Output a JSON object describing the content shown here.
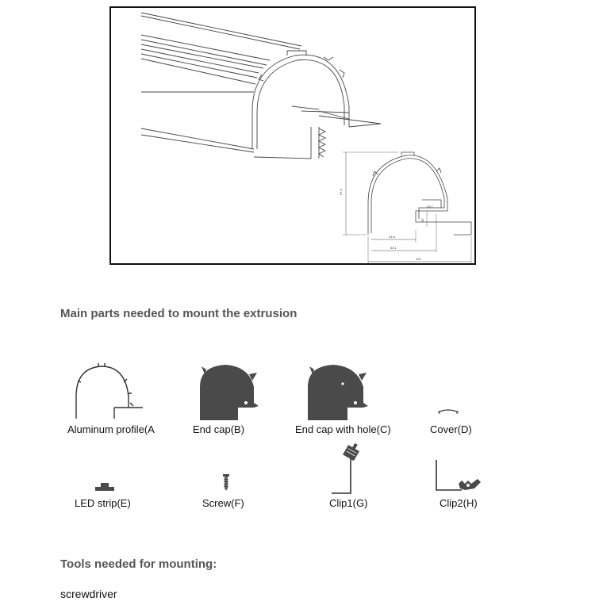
{
  "figure": {
    "dimensions": {
      "height": "67.4",
      "pocket_width": "28.7",
      "pocket_depth": "25",
      "inner_width": "41.6",
      "body_width": "53.1",
      "overall_width": "101"
    }
  },
  "parts_heading": "Main parts needed to mount the extrusion",
  "parts": [
    {
      "id": "A",
      "label": "Aluminum profile(A"
    },
    {
      "id": "B",
      "label": "End cap(B)"
    },
    {
      "id": "C",
      "label": "End cap with hole(C)"
    },
    {
      "id": "D",
      "label": "Cover(D)"
    },
    {
      "id": "E",
      "label": "LED strip(E)"
    },
    {
      "id": "F",
      "label": "Screw(F)"
    },
    {
      "id": "G",
      "label": "Clip1(G)"
    },
    {
      "id": "H",
      "label": "Clip2(H)"
    }
  ],
  "tools_heading": "Tools needed for mounting:",
  "tools": [
    "screwdriver"
  ],
  "colors": {
    "part_fill": "#4a4a4a",
    "line": "#333333",
    "heading": "#555555"
  }
}
